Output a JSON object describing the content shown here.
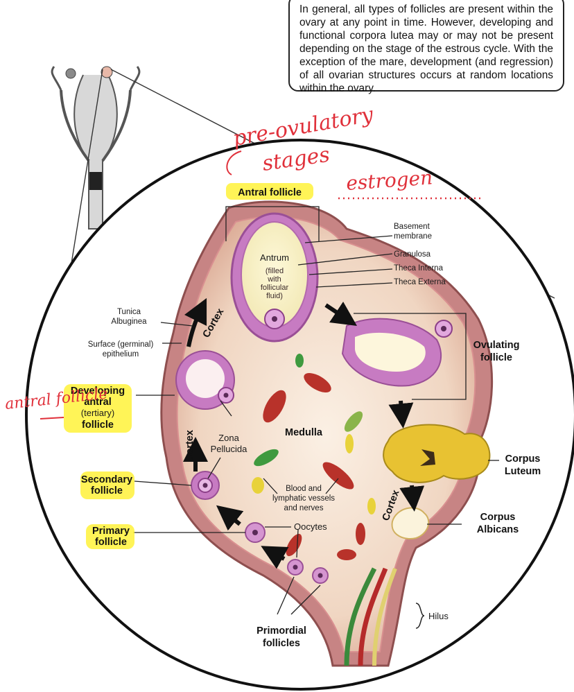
{
  "note": {
    "text": "In general, all types of follicles are present within the ovary at any point in time. However, developing and functional corpora lutea may or may not be present depending on the stage of the estrous cycle. With the exception of the mare, development (and regression) of all ovarian structures occurs at random locations within the ovary."
  },
  "handwriting": {
    "line1": "pre-ovulatory",
    "line2": "stages",
    "line3": "estrogen",
    "side": "antral follicle"
  },
  "labels": {
    "antral_follicle": "Antral follicle",
    "basement_membrane_1": "Basement",
    "basement_membrane_2": "membrane",
    "granulosa": "Granulosa",
    "theca_interna": "Theca Interna",
    "theca_externa": "Theca Externa",
    "antrum": "Antrum",
    "antrum_note_1": "(filled",
    "antrum_note_2": "with",
    "antrum_note_3": "follicular",
    "antrum_note_4": "fluid)",
    "tunica_1": "Tunica",
    "tunica_2": "Albuginea",
    "surface_1": "Surface (germinal)",
    "surface_2": "epithelium",
    "cortex": "Cortex",
    "ovulating_1": "Ovulating",
    "ovulating_2": "follicle",
    "developing_1": "Developing",
    "developing_2": "antral",
    "developing_3": "(tertiary)",
    "developing_4": "follicle",
    "zona_1": "Zona",
    "zona_2": "Pellucida",
    "medulla": "Medulla",
    "corpus_luteum_1": "Corpus",
    "corpus_luteum_2": "Luteum",
    "secondary_1": "Secondary",
    "secondary_2": "follicle",
    "blood_1": "Blood and",
    "blood_2": "lymphatic vessels",
    "blood_3": "and nerves",
    "corpus_albicans_1": "Corpus",
    "corpus_albicans_2": "Albicans",
    "primary_1": "Primary",
    "primary_2": "follicle",
    "oocytes": "Oocytes",
    "hilus": "Hilus",
    "primordial_1": "Primordial",
    "primordial_2": "follicles"
  },
  "colors": {
    "ovary_outer": "#b76b6b",
    "ovary_inner": "#f3dcc8",
    "follicle_purple": "#c77bc2",
    "highlight": "#fff23a",
    "corpus_luteum": "#e8c232",
    "handwriting": "#e0303a"
  }
}
